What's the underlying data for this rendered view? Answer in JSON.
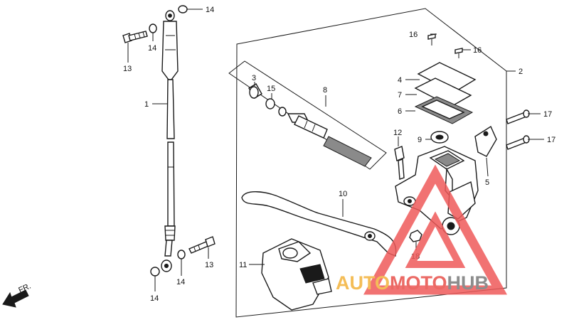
{
  "callouts": {
    "c1": "1",
    "c2": "2",
    "c3": "3",
    "c4": "4",
    "c5": "5",
    "c6": "6",
    "c7": "7",
    "c8": "8",
    "c9": "9",
    "c10": "10",
    "c11": "11",
    "c12": "12",
    "c13a": "13",
    "c13b": "13",
    "c14a": "14",
    "c14b": "14",
    "c14c": "14",
    "c14d": "14",
    "c15": "15",
    "c16a": "16",
    "c16b": "16",
    "c17a": "17",
    "c17b": "17",
    "c18": "18"
  },
  "direction_label": "FR.",
  "watermark": {
    "part1": "AUTO",
    "part2": "MOTO",
    "part3": "HUB",
    "colors": {
      "auto": "#f3b23a",
      "moto": "#e8504a",
      "hub": "#7a7a7a",
      "triangle": "#ef5a5a"
    }
  }
}
